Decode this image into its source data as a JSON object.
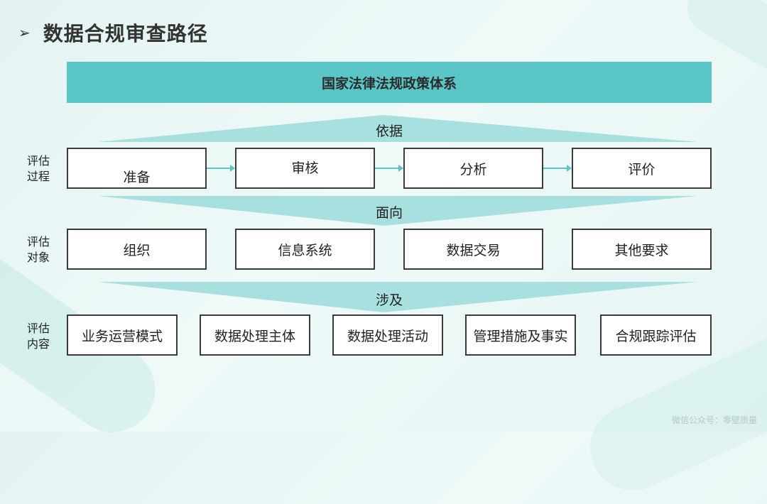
{
  "title": "数据合规审查路径",
  "top_bar": "国家法律法规政策体系",
  "bands": {
    "basis": "依据",
    "facing": "面向",
    "involves": "涉及"
  },
  "rows": {
    "process": {
      "label": "评估过程",
      "items": [
        "准备",
        "审核",
        "分析",
        "评价"
      ]
    },
    "objects": {
      "label": "评估对象",
      "items": [
        "组织",
        "信息系统",
        "数据交易",
        "其他要求"
      ]
    },
    "content": {
      "label": "评估内容",
      "items": [
        "业务运营模式",
        "数据处理主体",
        "数据处理活动",
        "管理措施及事实",
        "合规跟踪评估"
      ]
    }
  },
  "watermark": "微信公众号：零壁质量",
  "colors": {
    "accent": "#5bc6c6",
    "band_fill": "#9edcdb",
    "band_fill_light": "#c2ebe9",
    "box_border": "#3a3a3a"
  },
  "icons": {
    "title_marker": "triangle-arrow-icon"
  }
}
